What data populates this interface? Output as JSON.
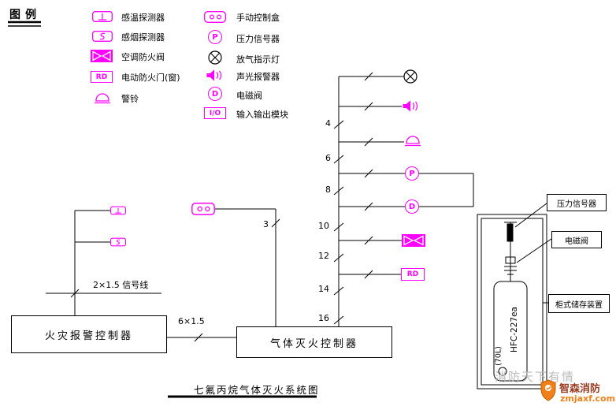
{
  "legend": {
    "title": "图例",
    "col1": [
      {
        "icon": "heat-detector",
        "label": "感温探测器"
      },
      {
        "icon": "smoke-detector",
        "label": "感烟探测器"
      },
      {
        "icon": "hvac-fire-damper",
        "label": "空调防火阀"
      },
      {
        "icon": "electric-fire-door",
        "label": "电动防火门(窗)"
      },
      {
        "icon": "alarm-bell",
        "label": "警铃"
      }
    ],
    "col2": [
      {
        "icon": "manual-control-box",
        "label": "手动控制盒"
      },
      {
        "icon": "pressure-signal",
        "label": "压力信号器"
      },
      {
        "icon": "gas-discharge-lamp",
        "label": "放气指示灯"
      },
      {
        "icon": "sound-light-alarm",
        "label": "声光报警器"
      },
      {
        "icon": "solenoid-valve",
        "label": "电磁阀"
      },
      {
        "icon": "io-module",
        "label": "输入输出模块"
      }
    ]
  },
  "symbols": {
    "rd": "RD",
    "p": "P",
    "d": "D",
    "io": "I/O"
  },
  "diagram": {
    "segment_labels": [
      "4",
      "6",
      "8",
      "10",
      "12",
      "14",
      "16"
    ],
    "manual_line_label": "3",
    "interconnect_label": "6×1.5",
    "signal_line_label": "2×1.5 信号线",
    "fire_alarm_controller": "火灾报警控制器",
    "gas_controller": "气体灭火控制器",
    "cylinder": {
      "agent": "HFC-227ea",
      "volume": "(70L)"
    },
    "callouts": [
      "压力信号器",
      "电磁阀",
      "柜式储存装置"
    ],
    "title": "七氟丙烷气体灭火系统图"
  },
  "watermark": {
    "slogan": "消防天下有情",
    "brand": "智森消防",
    "site": "zmjaxf.com"
  },
  "colors": {
    "symbol": "#ff00ff",
    "line": "#000000",
    "brand_orange": "#f08019",
    "brand_brown": "#9a3b20"
  }
}
